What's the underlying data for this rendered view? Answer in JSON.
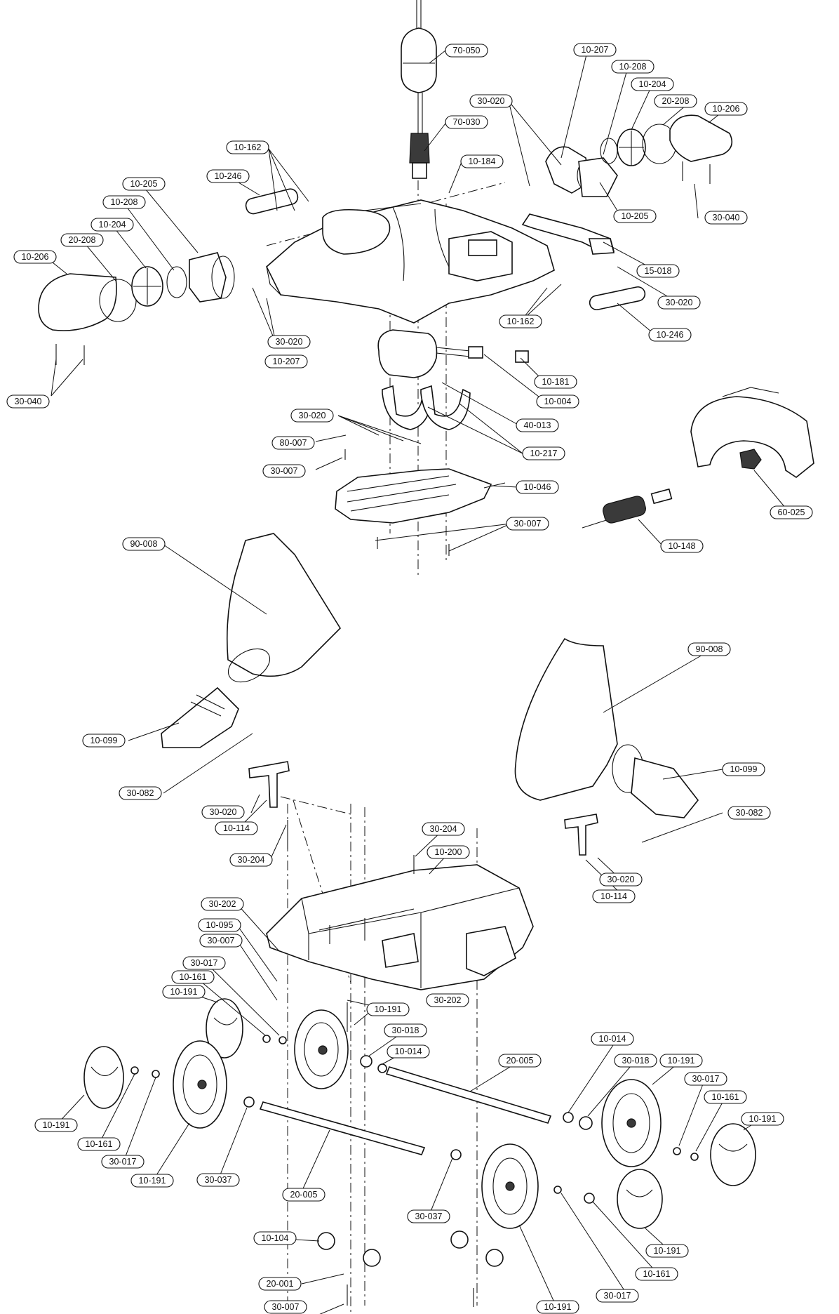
{
  "callouts": [
    {
      "id": "c01",
      "label": "70-050"
    },
    {
      "id": "c02",
      "label": "10-207"
    },
    {
      "id": "c03",
      "label": "10-208"
    },
    {
      "id": "c04",
      "label": "10-204"
    },
    {
      "id": "c05",
      "label": "20-208"
    },
    {
      "id": "c06",
      "label": "10-206"
    },
    {
      "id": "c07",
      "label": "30-020"
    },
    {
      "id": "c08",
      "label": "70-030"
    },
    {
      "id": "c09",
      "label": "10-162"
    },
    {
      "id": "c10",
      "label": "10-184"
    },
    {
      "id": "c11",
      "label": "10-246"
    },
    {
      "id": "c12",
      "label": "10-205"
    },
    {
      "id": "c13",
      "label": "10-208"
    },
    {
      "id": "c14",
      "label": "10-204"
    },
    {
      "id": "c15",
      "label": "20-208"
    },
    {
      "id": "c16",
      "label": "10-206"
    },
    {
      "id": "c17",
      "label": "10-205"
    },
    {
      "id": "c18",
      "label": "30-040"
    },
    {
      "id": "c19",
      "label": "15-018"
    },
    {
      "id": "c20",
      "label": "30-020"
    },
    {
      "id": "c21",
      "label": "30-020"
    },
    {
      "id": "c22",
      "label": "10-162"
    },
    {
      "id": "c23",
      "label": "10-207"
    },
    {
      "id": "c24",
      "label": "10-246"
    },
    {
      "id": "c25",
      "label": "30-040"
    },
    {
      "id": "c26",
      "label": "10-181"
    },
    {
      "id": "c27",
      "label": "10-004"
    },
    {
      "id": "c28",
      "label": "40-013"
    },
    {
      "id": "c29",
      "label": "30-020"
    },
    {
      "id": "c30",
      "label": "80-007"
    },
    {
      "id": "c31",
      "label": "10-217"
    },
    {
      "id": "c32",
      "label": "30-007"
    },
    {
      "id": "c33",
      "label": "10-046"
    },
    {
      "id": "c34",
      "label": "60-025"
    },
    {
      "id": "c35",
      "label": "30-007"
    },
    {
      "id": "c36",
      "label": "10-148"
    },
    {
      "id": "c37",
      "label": "90-008"
    },
    {
      "id": "c38",
      "label": "90-008"
    },
    {
      "id": "c39",
      "label": "10-099"
    },
    {
      "id": "c40",
      "label": "30-082"
    },
    {
      "id": "c41",
      "label": "10-099"
    },
    {
      "id": "c42",
      "label": "30-020"
    },
    {
      "id": "c43",
      "label": "30-082"
    },
    {
      "id": "c44",
      "label": "10-114"
    },
    {
      "id": "c45",
      "label": "30-204"
    },
    {
      "id": "c46",
      "label": "30-204"
    },
    {
      "id": "c47",
      "label": "10-200"
    },
    {
      "id": "c48",
      "label": "30-020"
    },
    {
      "id": "c49",
      "label": "10-114"
    },
    {
      "id": "c50",
      "label": "30-202"
    },
    {
      "id": "c51",
      "label": "10-095"
    },
    {
      "id": "c52",
      "label": "30-007"
    },
    {
      "id": "c53",
      "label": "30-017"
    },
    {
      "id": "c54",
      "label": "10-161"
    },
    {
      "id": "c55",
      "label": "30-202"
    },
    {
      "id": "c56",
      "label": "10-191"
    },
    {
      "id": "c57",
      "label": "10-191"
    },
    {
      "id": "c58",
      "label": "30-018"
    },
    {
      "id": "c59",
      "label": "10-014"
    },
    {
      "id": "c60",
      "label": "10-014"
    },
    {
      "id": "c61",
      "label": "20-005"
    },
    {
      "id": "c62",
      "label": "30-018"
    },
    {
      "id": "c63",
      "label": "10-191"
    },
    {
      "id": "c64",
      "label": "30-017"
    },
    {
      "id": "c65",
      "label": "10-161"
    },
    {
      "id": "c66",
      "label": "10-191"
    },
    {
      "id": "c67",
      "label": "10-191"
    },
    {
      "id": "c68",
      "label": "10-161"
    },
    {
      "id": "c69",
      "label": "30-017"
    },
    {
      "id": "c70",
      "label": "10-191"
    },
    {
      "id": "c71",
      "label": "30-037"
    },
    {
      "id": "c72",
      "label": "20-005"
    },
    {
      "id": "c73",
      "label": "30-037"
    },
    {
      "id": "c74",
      "label": "10-104"
    },
    {
      "id": "c75",
      "label": "10-191"
    },
    {
      "id": "c76",
      "label": "20-001"
    },
    {
      "id": "c77",
      "label": "10-161"
    },
    {
      "id": "c78",
      "label": "30-007"
    },
    {
      "id": "c79",
      "label": "10-191"
    },
    {
      "id": "c80",
      "label": "30-017"
    }
  ]
}
